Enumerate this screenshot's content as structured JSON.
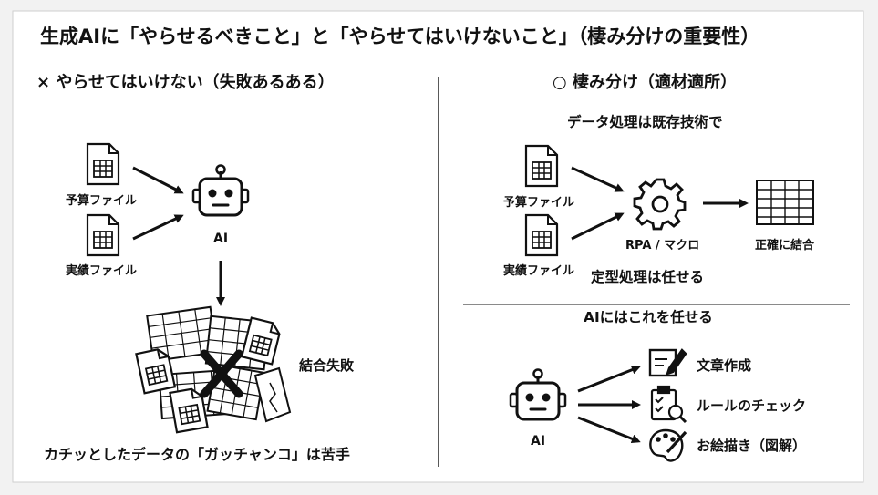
{
  "title": "生成AIに「やらせるべきこと」と「やらせてはいけないこと」（棲み分けの重要性）",
  "left": {
    "heading": "× やらせてはいけない（失敗あるある）",
    "file1": "予算ファイル",
    "file2": "実績ファイル",
    "ai_label": "AI",
    "fail_label": "結合失敗",
    "bottom_note": "カチッとしたデータの「ガッチャンコ」は苦手"
  },
  "right": {
    "heading": "○ 棲み分け（適材適所）",
    "subheading": "データ処理は既存技術で",
    "file1": "予算ファイル",
    "file2": "実績ファイル",
    "rpa_label": "RPA / マクロ",
    "result_label": "正確に結合",
    "footer": "定型処理は任せる",
    "ai_heading": "AIにはこれを任せる",
    "ai_label": "AI",
    "tasks": [
      "文章作成",
      "ルールのチェック",
      "お絵描き（図解）"
    ]
  }
}
